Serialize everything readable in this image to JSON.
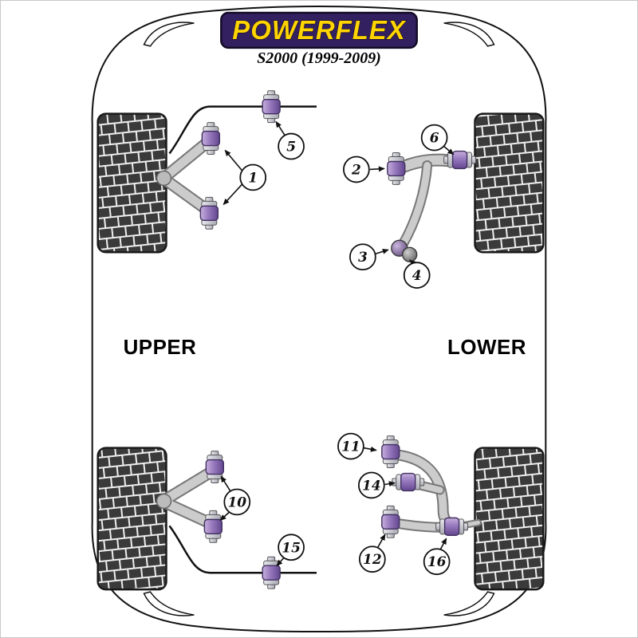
{
  "header": {
    "logo_text": "POWERFLEX",
    "subtitle": "S2000 (1999-2009)",
    "logo_bg": "#332060",
    "logo_fg": "#ffd400"
  },
  "section_labels": {
    "upper": "UPPER",
    "lower": "LOWER"
  },
  "callouts": {
    "c1": "1",
    "c2": "2",
    "c3": "3",
    "c4": "4",
    "c5": "5",
    "c6": "6",
    "c10": "10",
    "c11": "11",
    "c12": "12",
    "c14": "14",
    "c15": "15",
    "c16": "16"
  },
  "colors": {
    "bushing_purple": "#8f6db4",
    "arm_gray": "#c9c9c9",
    "tire_dark": "#3a3a3a",
    "outline_black": "#111111"
  }
}
